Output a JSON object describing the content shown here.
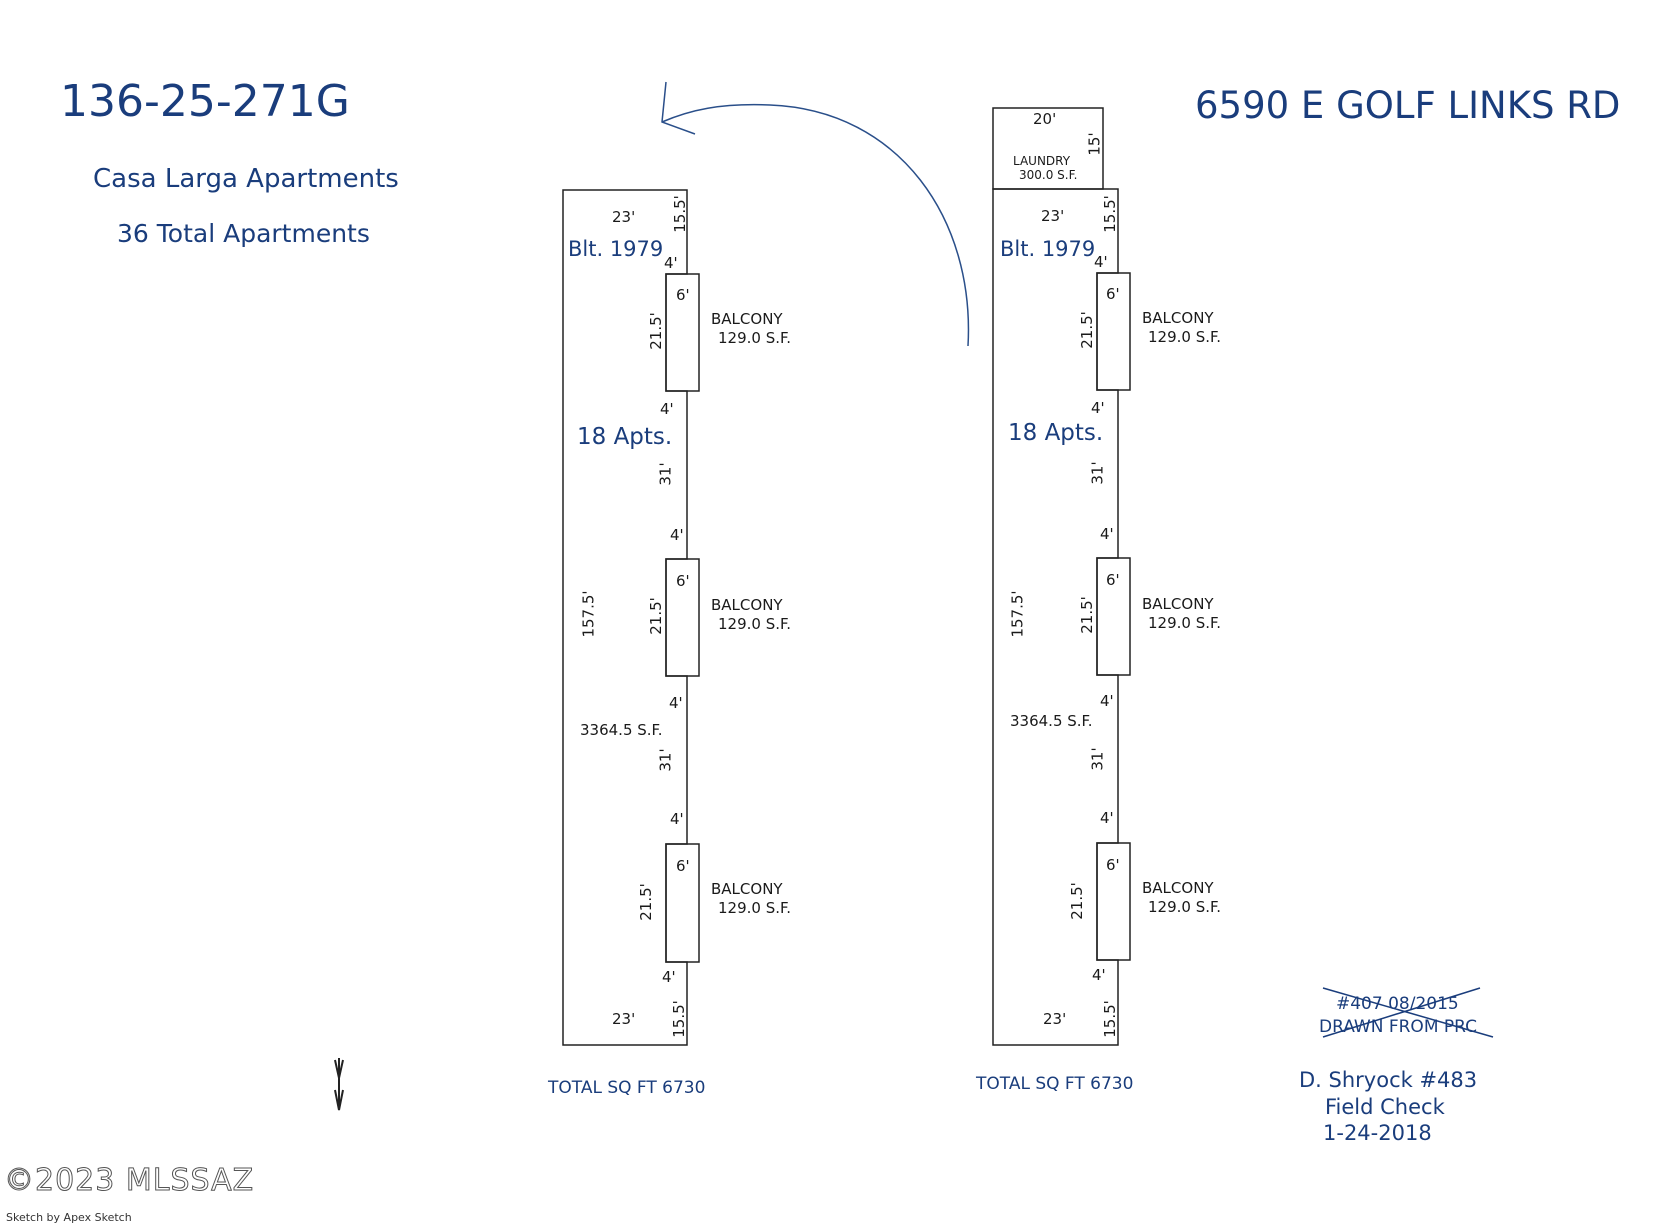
{
  "header": {
    "parcel_id": "136-25-271G",
    "property_name": "Casa Larga Apartments",
    "total_apartments": "36 Total Apartments",
    "address": "6590 E GOLF LINKS RD"
  },
  "buildings": [
    {
      "built": "Blt. 1979",
      "apartments": "18 Apts.",
      "area": "3364.5 S.F.",
      "total": "TOTAL SQ FT 6730",
      "dims": {
        "top_width": "23'",
        "top_right": "15.5'",
        "left_height": "157.5'",
        "bottom_width": "23'",
        "bottom_right": "15.5'",
        "gap_a": "4'",
        "gap_b": "4'",
        "gap_c": "4'",
        "gap_d": "4'",
        "gap_e": "4'",
        "gap_f": "4'",
        "mid_a": "31'",
        "mid_b": "31'"
      },
      "balconies": [
        {
          "width": "6'",
          "length": "21.5'",
          "label": "BALCONY",
          "area": "129.0 S.F."
        },
        {
          "width": "6'",
          "length": "21.5'",
          "label": "BALCONY",
          "area": "129.0 S.F."
        },
        {
          "width": "6'",
          "length": "21.5'",
          "label": "BALCONY",
          "area": "129.0 S.F."
        }
      ]
    },
    {
      "built": "Blt. 1979",
      "apartments": "18 Apts.",
      "area": "3364.5 S.F.",
      "total": "TOTAL SQ FT 6730",
      "dims": {
        "top_width": "23'",
        "top_right": "15.5'",
        "left_height": "157.5'",
        "bottom_width": "23'",
        "bottom_right": "15.5'",
        "gap_a": "4'",
        "gap_b": "4'",
        "gap_c": "4'",
        "gap_d": "4'",
        "gap_e": "4'",
        "gap_f": "4'",
        "mid_a": "31'",
        "mid_b": "31'"
      },
      "balconies": [
        {
          "width": "6'",
          "length": "21.5'",
          "label": "BALCONY",
          "area": "129.0 S.F."
        },
        {
          "width": "6'",
          "length": "21.5'",
          "label": "BALCONY",
          "area": "129.0 S.F."
        },
        {
          "width": "6'",
          "length": "21.5'",
          "label": "BALCONY",
          "area": "129.0 S.F."
        }
      ],
      "laundry": {
        "width": "20'",
        "depth": "15'",
        "label": "LAUNDRY",
        "area": "300.0 S.F."
      }
    }
  ],
  "notes": {
    "struck_line1": "#407 08/2015",
    "struck_line2": "DRAWN FROM PRC",
    "inspector": "D. Shryock  #483",
    "check": "Field Check",
    "date": "1-24-2018"
  },
  "footer": {
    "copyright": "©2023 MLSSAZ",
    "credit": "Sketch by Apex Sketch"
  },
  "colors": {
    "title_blue": "#1a3d7c",
    "line_dark": "#222222",
    "arrow_blue": "#2a4f8a"
  }
}
